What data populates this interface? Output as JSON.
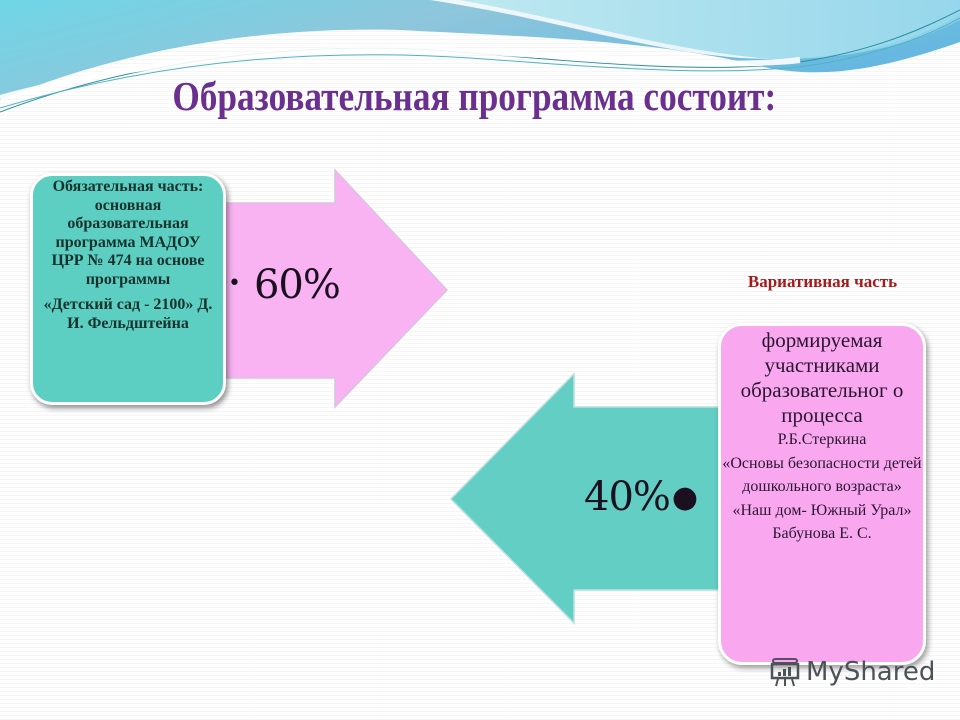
{
  "slide": {
    "title": "Образовательная программа состоит:",
    "colors": {
      "title": "#6b2f8f",
      "teal": "#5ccfc2",
      "pink": "#f9a8f0",
      "variative_label": "#a51b1b"
    }
  },
  "mandatory": {
    "text_part1": "Обязательная часть: основная образовательная программа МАДОУ ЦРР № 474 на основе программы",
    "text_part2": "«Детский сад - 2100» Д. И. Фельдштейна",
    "bullet": "•",
    "percent": "60%",
    "arrow_direction": "right"
  },
  "variative": {
    "label": "Вариативная часть",
    "line_main": "формируемая участниками образовательног о процесса",
    "line_author1": "Р.Б.Стеркина",
    "line_program1": "«Основы безопасности детей дошкольного возраста»",
    "line_program2": "«Наш дом- Южный Урал»",
    "line_author2": "Бабунова Е. С.",
    "bullet": "●",
    "percent": "40%",
    "arrow_direction": "left"
  },
  "watermark": {
    "icon": "presentation-board-icon",
    "text": "MyShared"
  }
}
